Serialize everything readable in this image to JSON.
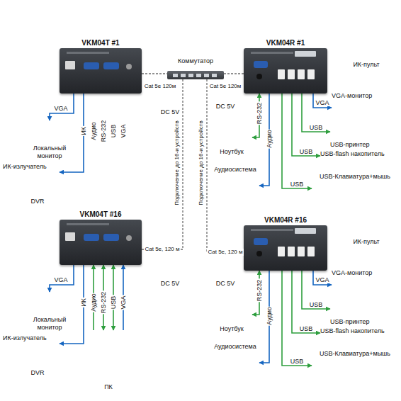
{
  "diagram": {
    "nodes": [
      {
        "text": [
          "VKM04T #1"
        ]
      },
      {
        "text": [
          "Коммутатор"
        ]
      },
      {
        "text": [
          "VKM04R #1"
        ]
      },
      {
        "text": [
          "Локальный монитор"
        ]
      },
      {
        "text": [
          "ИК-излучатель"
        ]
      },
      {
        "text": [
          "DVR"
        ]
      },
      {
        "text": [
          "ИК-пульт"
        ]
      },
      {
        "text": [
          "VGA-монитор"
        ]
      },
      {
        "text": [
          "USB-принтер"
        ]
      },
      {
        "text": [
          "USB-flash накопитель"
        ]
      },
      {
        "text": [
          "Ноутбук"
        ]
      },
      {
        "text": [
          "Аудиосистема"
        ]
      },
      {
        "text": [
          "USB-Клавиатура+мышь"
        ]
      },
      {
        "text": [
          "VKM04T #16"
        ]
      },
      {
        "text": [
          "VKM04R #16"
        ]
      },
      {
        "text": [
          "Локальный монитор"
        ]
      },
      {
        "text": [
          "ИК-излучатель"
        ]
      },
      {
        "text": [
          "DVR"
        ]
      },
      {
        "text": [
          "ПК"
        ]
      },
      {
        "text": [
          "ИК-пульт"
        ]
      },
      {
        "text": [
          "VGA-монитор"
        ]
      },
      {
        "text": [
          "USB-принтер"
        ]
      },
      {
        "text": [
          "USB-flash накопитель"
        ]
      },
      {
        "text": [
          "Ноутбук"
        ]
      },
      {
        "text": [
          "Аудиосистема"
        ]
      },
      {
        "text": [
          "USB-Клавиатура+мышь"
        ]
      }
    ],
    "edges": [
      {
        "from": 0,
        "to": 1,
        "arrow": "none",
        "label": "Cat 5e 120м"
      },
      {
        "from": 1,
        "to": 2,
        "arrow": "none",
        "label": "Cat 5e 120м"
      },
      {
        "from": 13,
        "to": 1,
        "arrow": "none",
        "label": "Cat 5e, 120 м"
      },
      {
        "from": 1,
        "to": 14,
        "arrow": "none",
        "label": "Cat 5e, 120 м"
      },
      {
        "from": 0,
        "to": 3,
        "arrow": "to",
        "label": "VGA"
      },
      {
        "from": 0,
        "to": 4,
        "arrow": "to",
        "label": "ИК"
      },
      {
        "from": 2,
        "to": 7,
        "arrow": "to",
        "label": "VGA"
      },
      {
        "from": 2,
        "to": 8,
        "arrow": "to",
        "label": "USB"
      },
      {
        "from": 2,
        "to": 9,
        "arrow": "to",
        "label": "USB"
      },
      {
        "from": 2,
        "to": 12,
        "arrow": "to",
        "label": "USB"
      },
      {
        "from": 2,
        "to": 10,
        "arrow": "both",
        "label": "RS-232"
      },
      {
        "from": 2,
        "to": 11,
        "arrow": "to",
        "label": "Аудио"
      },
      {
        "from": 13,
        "to": 15,
        "arrow": "to",
        "label": "VGA"
      },
      {
        "from": 13,
        "to": 16,
        "arrow": "to",
        "label": "ИК"
      },
      {
        "from": 18,
        "to": 13,
        "arrow": "to",
        "label": "Аудио"
      },
      {
        "from": 13,
        "to": 18,
        "arrow": "both",
        "label": "RS-232"
      },
      {
        "from": 13,
        "to": 18,
        "arrow": "both",
        "label": "USB"
      },
      {
        "from": 18,
        "to": 13,
        "arrow": "to",
        "label": "VGA"
      },
      {
        "from": 14,
        "to": 20,
        "arrow": "to",
        "label": "VGA"
      },
      {
        "from": 14,
        "to": 21,
        "arrow": "to",
        "label": "USB"
      },
      {
        "from": 14,
        "to": 22,
        "arrow": "to",
        "label": "USB"
      },
      {
        "from": 14,
        "to": 25,
        "arrow": "to",
        "label": "USB"
      },
      {
        "from": 14,
        "to": 23,
        "arrow": "both",
        "label": "RS-232"
      },
      {
        "from": 14,
        "to": 24,
        "arrow": "to",
        "label": "Аудио"
      }
    ],
    "labels": [
      "Аудио",
      "RS-232",
      "USB",
      "VGA",
      "DC 5V",
      "DC 5V",
      "Подключение до 16-и устройств",
      "Подключение до 16-и устройств",
      "DC 5V",
      "DC 5V"
    ]
  }
}
